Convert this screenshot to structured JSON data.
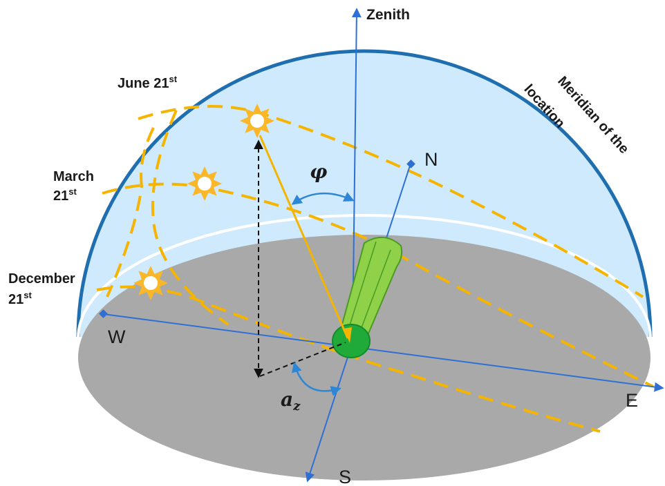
{
  "labels": {
    "zenith": "Zenith",
    "meridian_line1": "Meridian of the",
    "meridian_line2": "location",
    "june": "June 21",
    "june_sup": "st",
    "march_line1": "March",
    "march_line2": "21",
    "march_sup": "st",
    "december_line1": "December",
    "december_line2": "21",
    "december_sup": "st",
    "north": "N",
    "south": "S",
    "east": "E",
    "west": "W",
    "zenith_angle": "φ",
    "azimuth_base": "a",
    "azimuth_sub": "z"
  },
  "colors": {
    "sky": "#cfeafc",
    "dome_outline": "#1f6fb0",
    "ground": "#a9a9a9",
    "axis": "#2e6fd6",
    "sun_path": "#f5b400",
    "sun": "#fbb72a",
    "collector": "#8fd24a",
    "collector_base": "#1faa3a",
    "angle_arrow": "#2e86d6"
  },
  "icons": {
    "sun": "sun-icon",
    "collector": "solar-collector-icon"
  }
}
